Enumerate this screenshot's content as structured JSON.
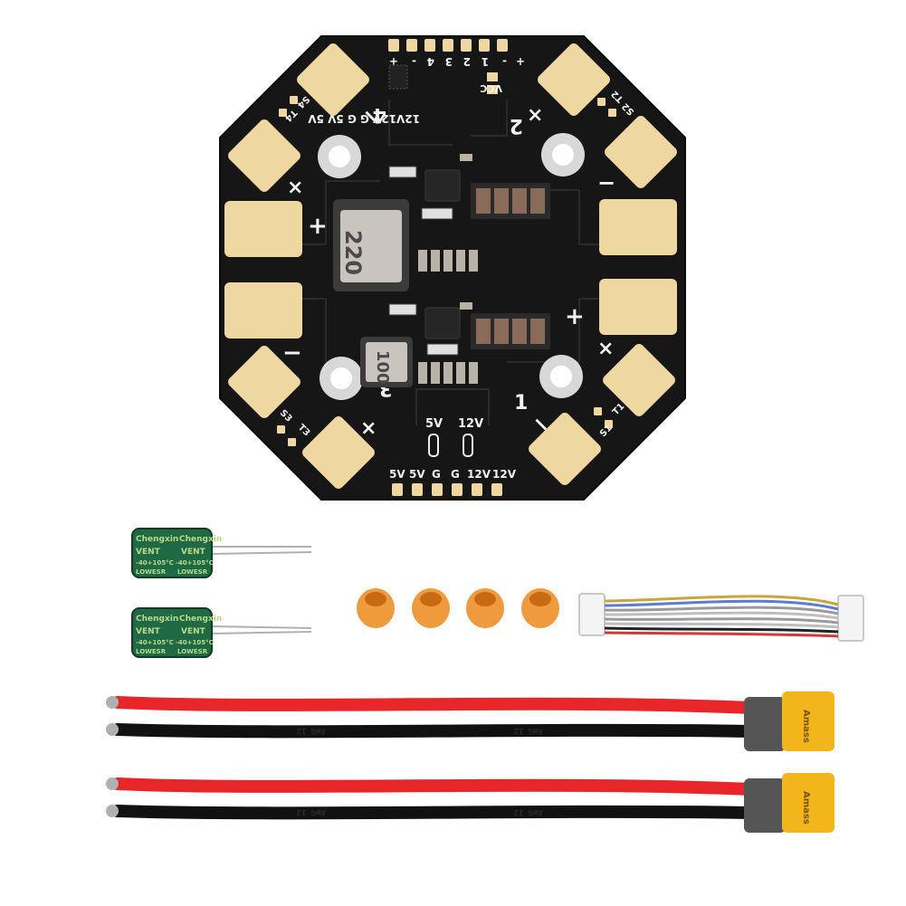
{
  "colors": {
    "board": "#161616",
    "pad": "#eed7a0",
    "silk": "#f2f2f2",
    "cap_body": "#1f6a45",
    "standoff": "#ef9a3c",
    "wire_red": "#e8262a",
    "wire_black": "#111111",
    "connector": "#f2b51c",
    "connector_shell": "#555555"
  },
  "board": {
    "top_pad_labels": [
      "+",
      "-",
      "1",
      "2",
      "3",
      "4",
      "-",
      "+"
    ],
    "vcc_label": "VCC",
    "top_rail_label": "12V12V G  G 5V 5V",
    "bottom_rail_labels": [
      "5V",
      "5V",
      "G",
      "G",
      "12V",
      "12V"
    ],
    "bec_5v_label": "5V",
    "bec_12v_label": "12V",
    "motor_labels": {
      "m1": "1",
      "m2": "2",
      "m3": "3",
      "m4": "4"
    },
    "sig_labels": {
      "s1": "S1",
      "s2": "S2",
      "s3": "S3",
      "s4": "S4"
    },
    "tlm_labels": {
      "t1": "T1",
      "t2": "T2",
      "t3": "T3",
      "t4": "T4"
    },
    "inductor_large_code": "220",
    "inductor_small_code": "100",
    "polarity": {
      "plus": "+",
      "minus": "−",
      "cross": "×"
    }
  },
  "capacitor": {
    "brand": "Chengxin",
    "series": "VENT",
    "temp": "-40+105°C",
    "esr": "LOWESR"
  },
  "accessories": {
    "standoff_count": 4,
    "cable_pins": 8,
    "power_lead_count": 2
  },
  "power_lead": {
    "connector_text": "Amass",
    "wire_print": "AWG 12"
  }
}
